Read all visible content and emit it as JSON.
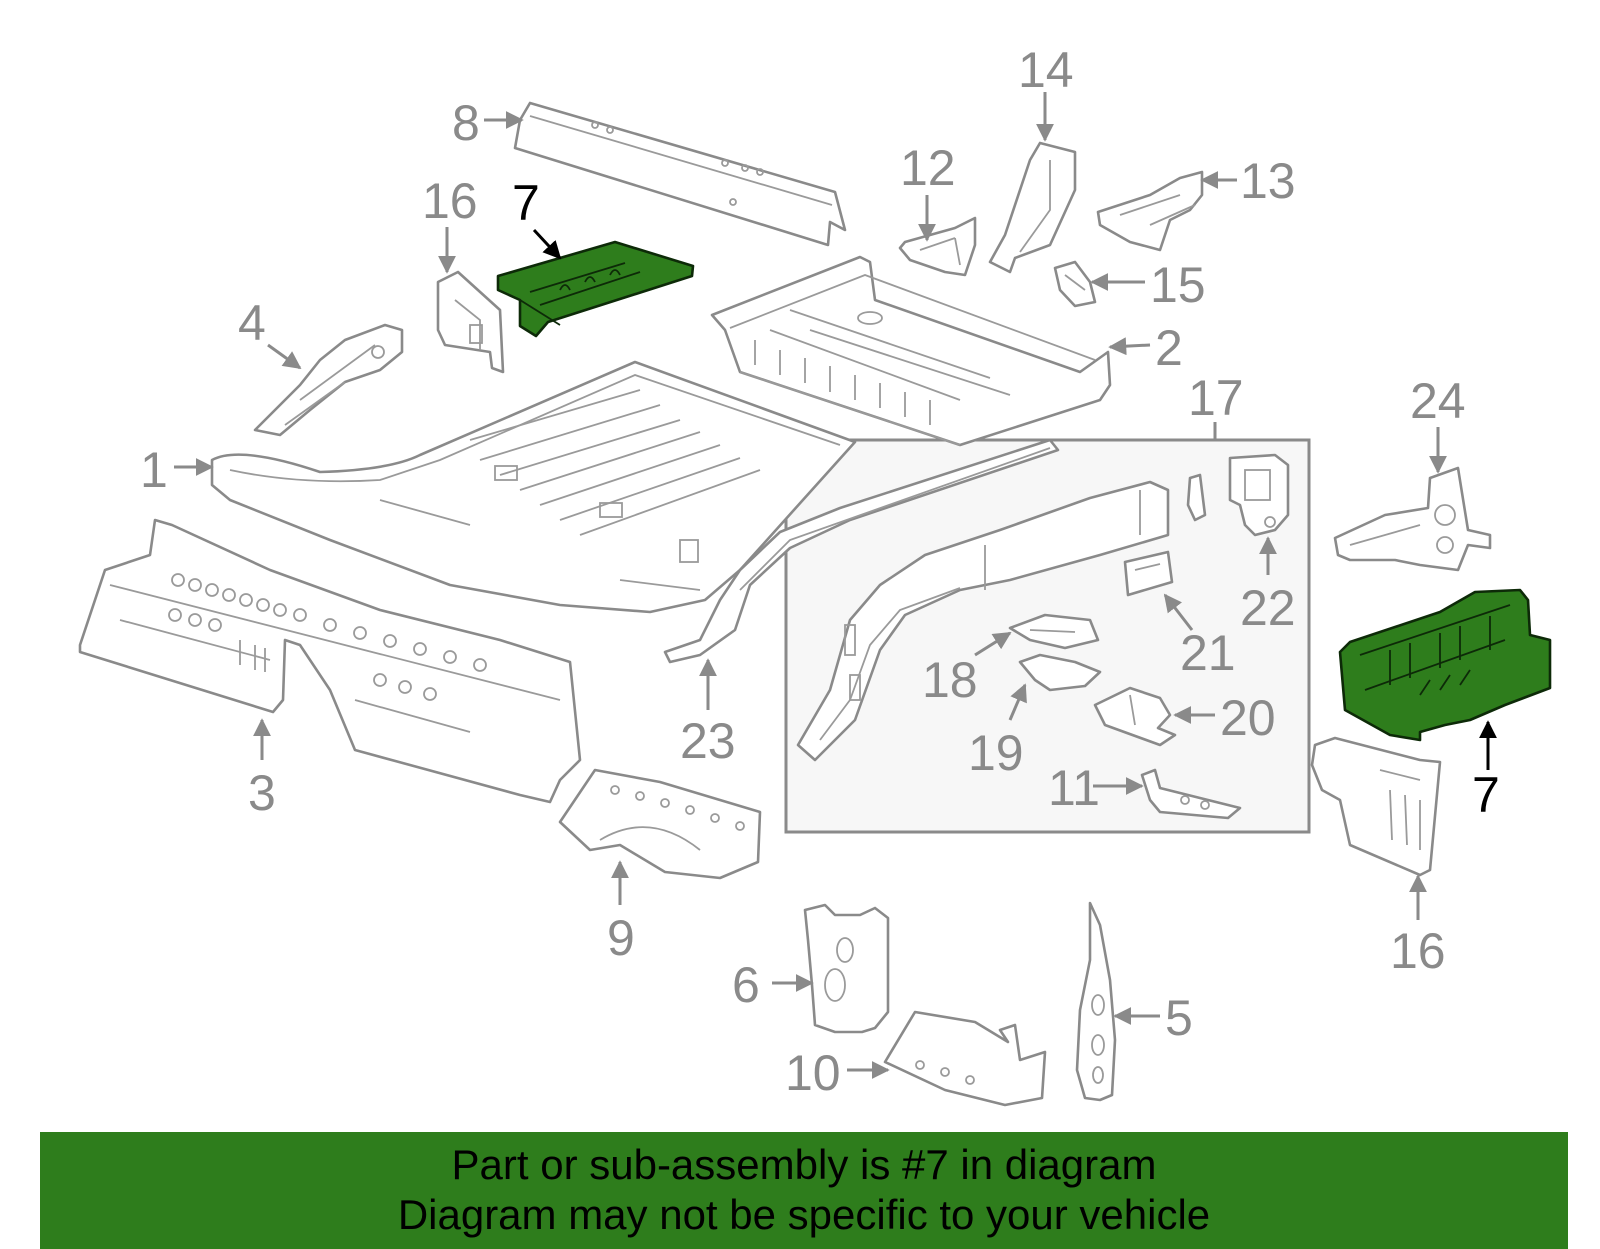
{
  "diagram": {
    "highlight_color": "#2e7d1c",
    "line_color": "#8a8a8a",
    "callouts": {
      "c1": "1",
      "c2": "2",
      "c3": "3",
      "c4": "4",
      "c5": "5",
      "c6": "6",
      "c7a": "7",
      "c7b": "7",
      "c8": "8",
      "c9": "9",
      "c10": "10",
      "c11": "11",
      "c12": "12",
      "c13": "13",
      "c14": "14",
      "c15": "15",
      "c16a": "16",
      "c16b": "16",
      "c17": "17",
      "c18": "18",
      "c19": "19",
      "c20": "20",
      "c21": "21",
      "c22": "22",
      "c23": "23",
      "c24": "24"
    }
  },
  "banner": {
    "background": "#2e7d1c",
    "line1": "Part or sub-assembly is #7 in diagram",
    "line2": "Diagram may not be specific to your vehicle"
  }
}
